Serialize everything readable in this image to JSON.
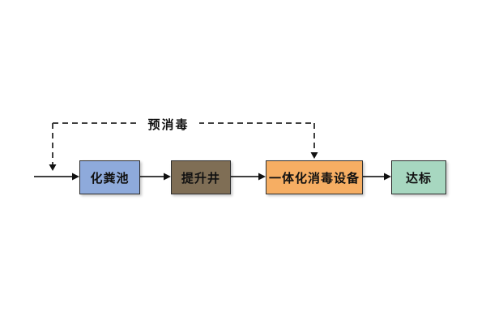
{
  "diagram": {
    "background_color": "#ffffff",
    "line_color": "#3f3f3f",
    "nodes": [
      {
        "id": "septic-tank",
        "label": "化粪池",
        "fill": "#8EAADB"
      },
      {
        "id": "lift-well",
        "label": "提升井",
        "fill": "#7F6E55"
      },
      {
        "id": "integrated-disinfection",
        "label": "一体化消毒设备",
        "fill": "#F6AE63"
      },
      {
        "id": "compliant-discharge",
        "label": "达标",
        "fill": "#A7D7C0"
      }
    ],
    "annotation": {
      "label": "预消毒"
    },
    "edges": [
      {
        "from": "inlet",
        "to": "septic-tank",
        "style": "solid-arrow"
      },
      {
        "from": "septic-tank",
        "to": "lift-well",
        "style": "solid-arrow"
      },
      {
        "from": "lift-well",
        "to": "integrated-disinfection",
        "style": "solid-arrow"
      },
      {
        "from": "integrated-disinfection",
        "to": "compliant-discharge",
        "style": "solid-arrow"
      },
      {
        "from": "预消毒",
        "to": "inlet",
        "style": "dashed-arrow"
      },
      {
        "from": "预消毒",
        "to": "integrated-disinfection",
        "style": "dashed-arrow"
      }
    ]
  }
}
